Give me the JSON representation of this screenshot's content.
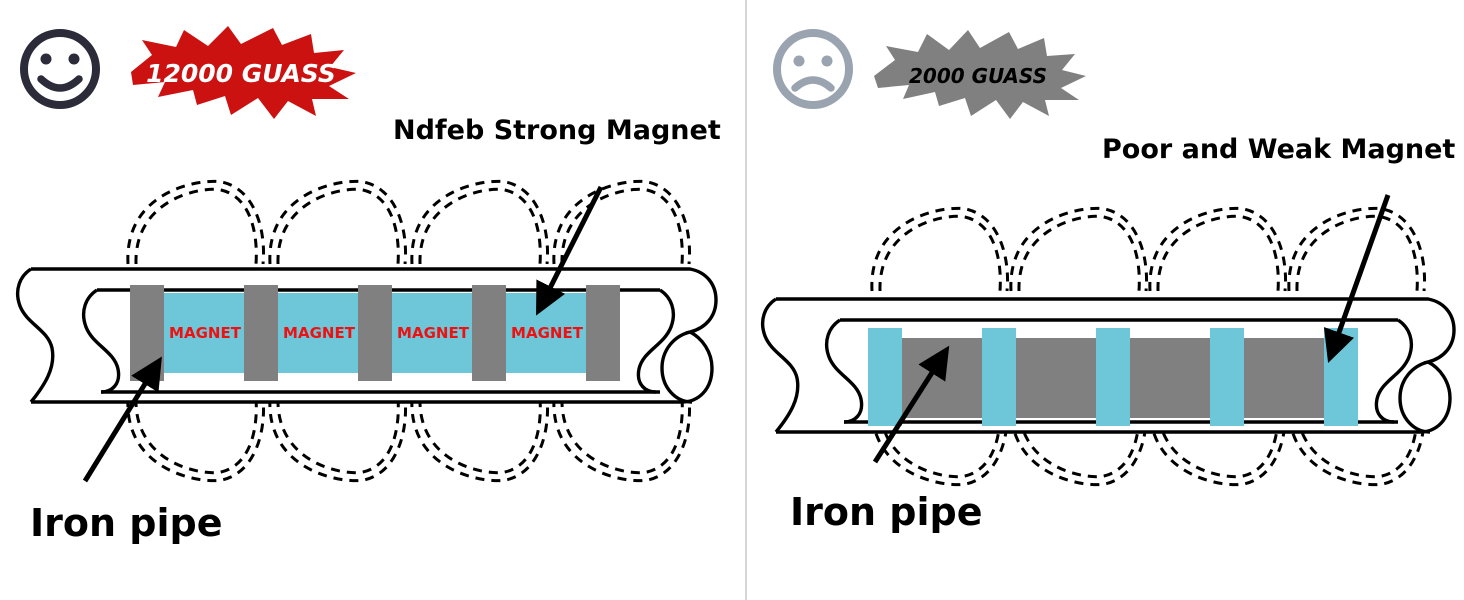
{
  "diagram": {
    "title_visible": false,
    "divider_color": "#d4d4d4",
    "panels": [
      {
        "id": "left",
        "face": {
          "icon": "smiley-face-icon",
          "mood": "happy",
          "color": "#2b2b3a"
        },
        "burst": {
          "label": "12000 GUASS",
          "fill": "#cc1111",
          "text_color": "#ffffff"
        },
        "callout_top": {
          "label": "Ndfeb Strong Magnet",
          "color": "#000000"
        },
        "callout_bottom": {
          "label": "Iron pipe",
          "color": "#000000"
        },
        "pipe": {
          "wall_color": "#000000",
          "fill": "#ffffff"
        },
        "magnets": {
          "count": 4,
          "label": "MAGNET",
          "magnet_color": "#6ec6d9",
          "magnet_text_color": "#ee1111",
          "spacer_color": "#808080",
          "spacer_count": 5,
          "arrangement": "wide-magnet-narrow-spacer"
        },
        "field_lines": {
          "count_top": 4,
          "count_bottom": 4,
          "style": "dashed",
          "color": "#000000"
        }
      },
      {
        "id": "right",
        "face": {
          "icon": "sad-face-icon",
          "mood": "sad",
          "color": "#9aa3b0"
        },
        "burst": {
          "label": "2000 GUASS",
          "fill": "#808080",
          "text_color": "#000000"
        },
        "callout_top": {
          "label": "Poor and Weak Magnet",
          "color": "#000000"
        },
        "callout_bottom": {
          "label": "Iron pipe",
          "color": "#000000"
        },
        "pipe": {
          "wall_color": "#000000",
          "fill": "#ffffff"
        },
        "magnets": {
          "count": 5,
          "label": "",
          "magnet_color": "#6ec6d9",
          "magnet_text_color": "#ee1111",
          "spacer_color": "#808080",
          "spacer_count": 4,
          "arrangement": "narrow-magnet-wide-spacer"
        },
        "field_lines": {
          "count_top": 4,
          "count_bottom": 4,
          "style": "dashed",
          "color": "#000000"
        }
      }
    ]
  }
}
